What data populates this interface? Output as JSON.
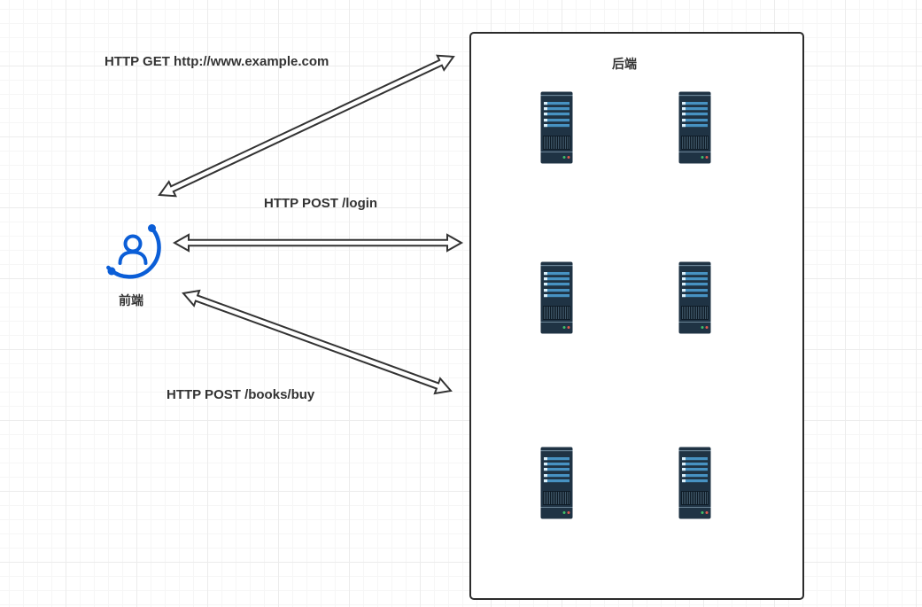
{
  "frontend": {
    "label": "前端",
    "icon": "user-circle-icon",
    "color": "#0b5ed7"
  },
  "backend": {
    "label": "后端",
    "servers": [
      {
        "icon": "server-icon"
      },
      {
        "icon": "server-icon"
      },
      {
        "icon": "server-icon"
      },
      {
        "icon": "server-icon"
      },
      {
        "icon": "server-icon"
      },
      {
        "icon": "server-icon"
      }
    ]
  },
  "edges": [
    {
      "label": "HTTP GET http://www.example.com",
      "style": "double-headed-arrow"
    },
    {
      "label": "HTTP POST /login",
      "style": "double-headed-arrow"
    },
    {
      "label": "HTTP POST /books/buy",
      "style": "double-headed-arrow"
    }
  ],
  "colors": {
    "server_body": "#1f3344",
    "server_stripe": "#4fa3d8",
    "arrow_stroke": "#333333"
  }
}
